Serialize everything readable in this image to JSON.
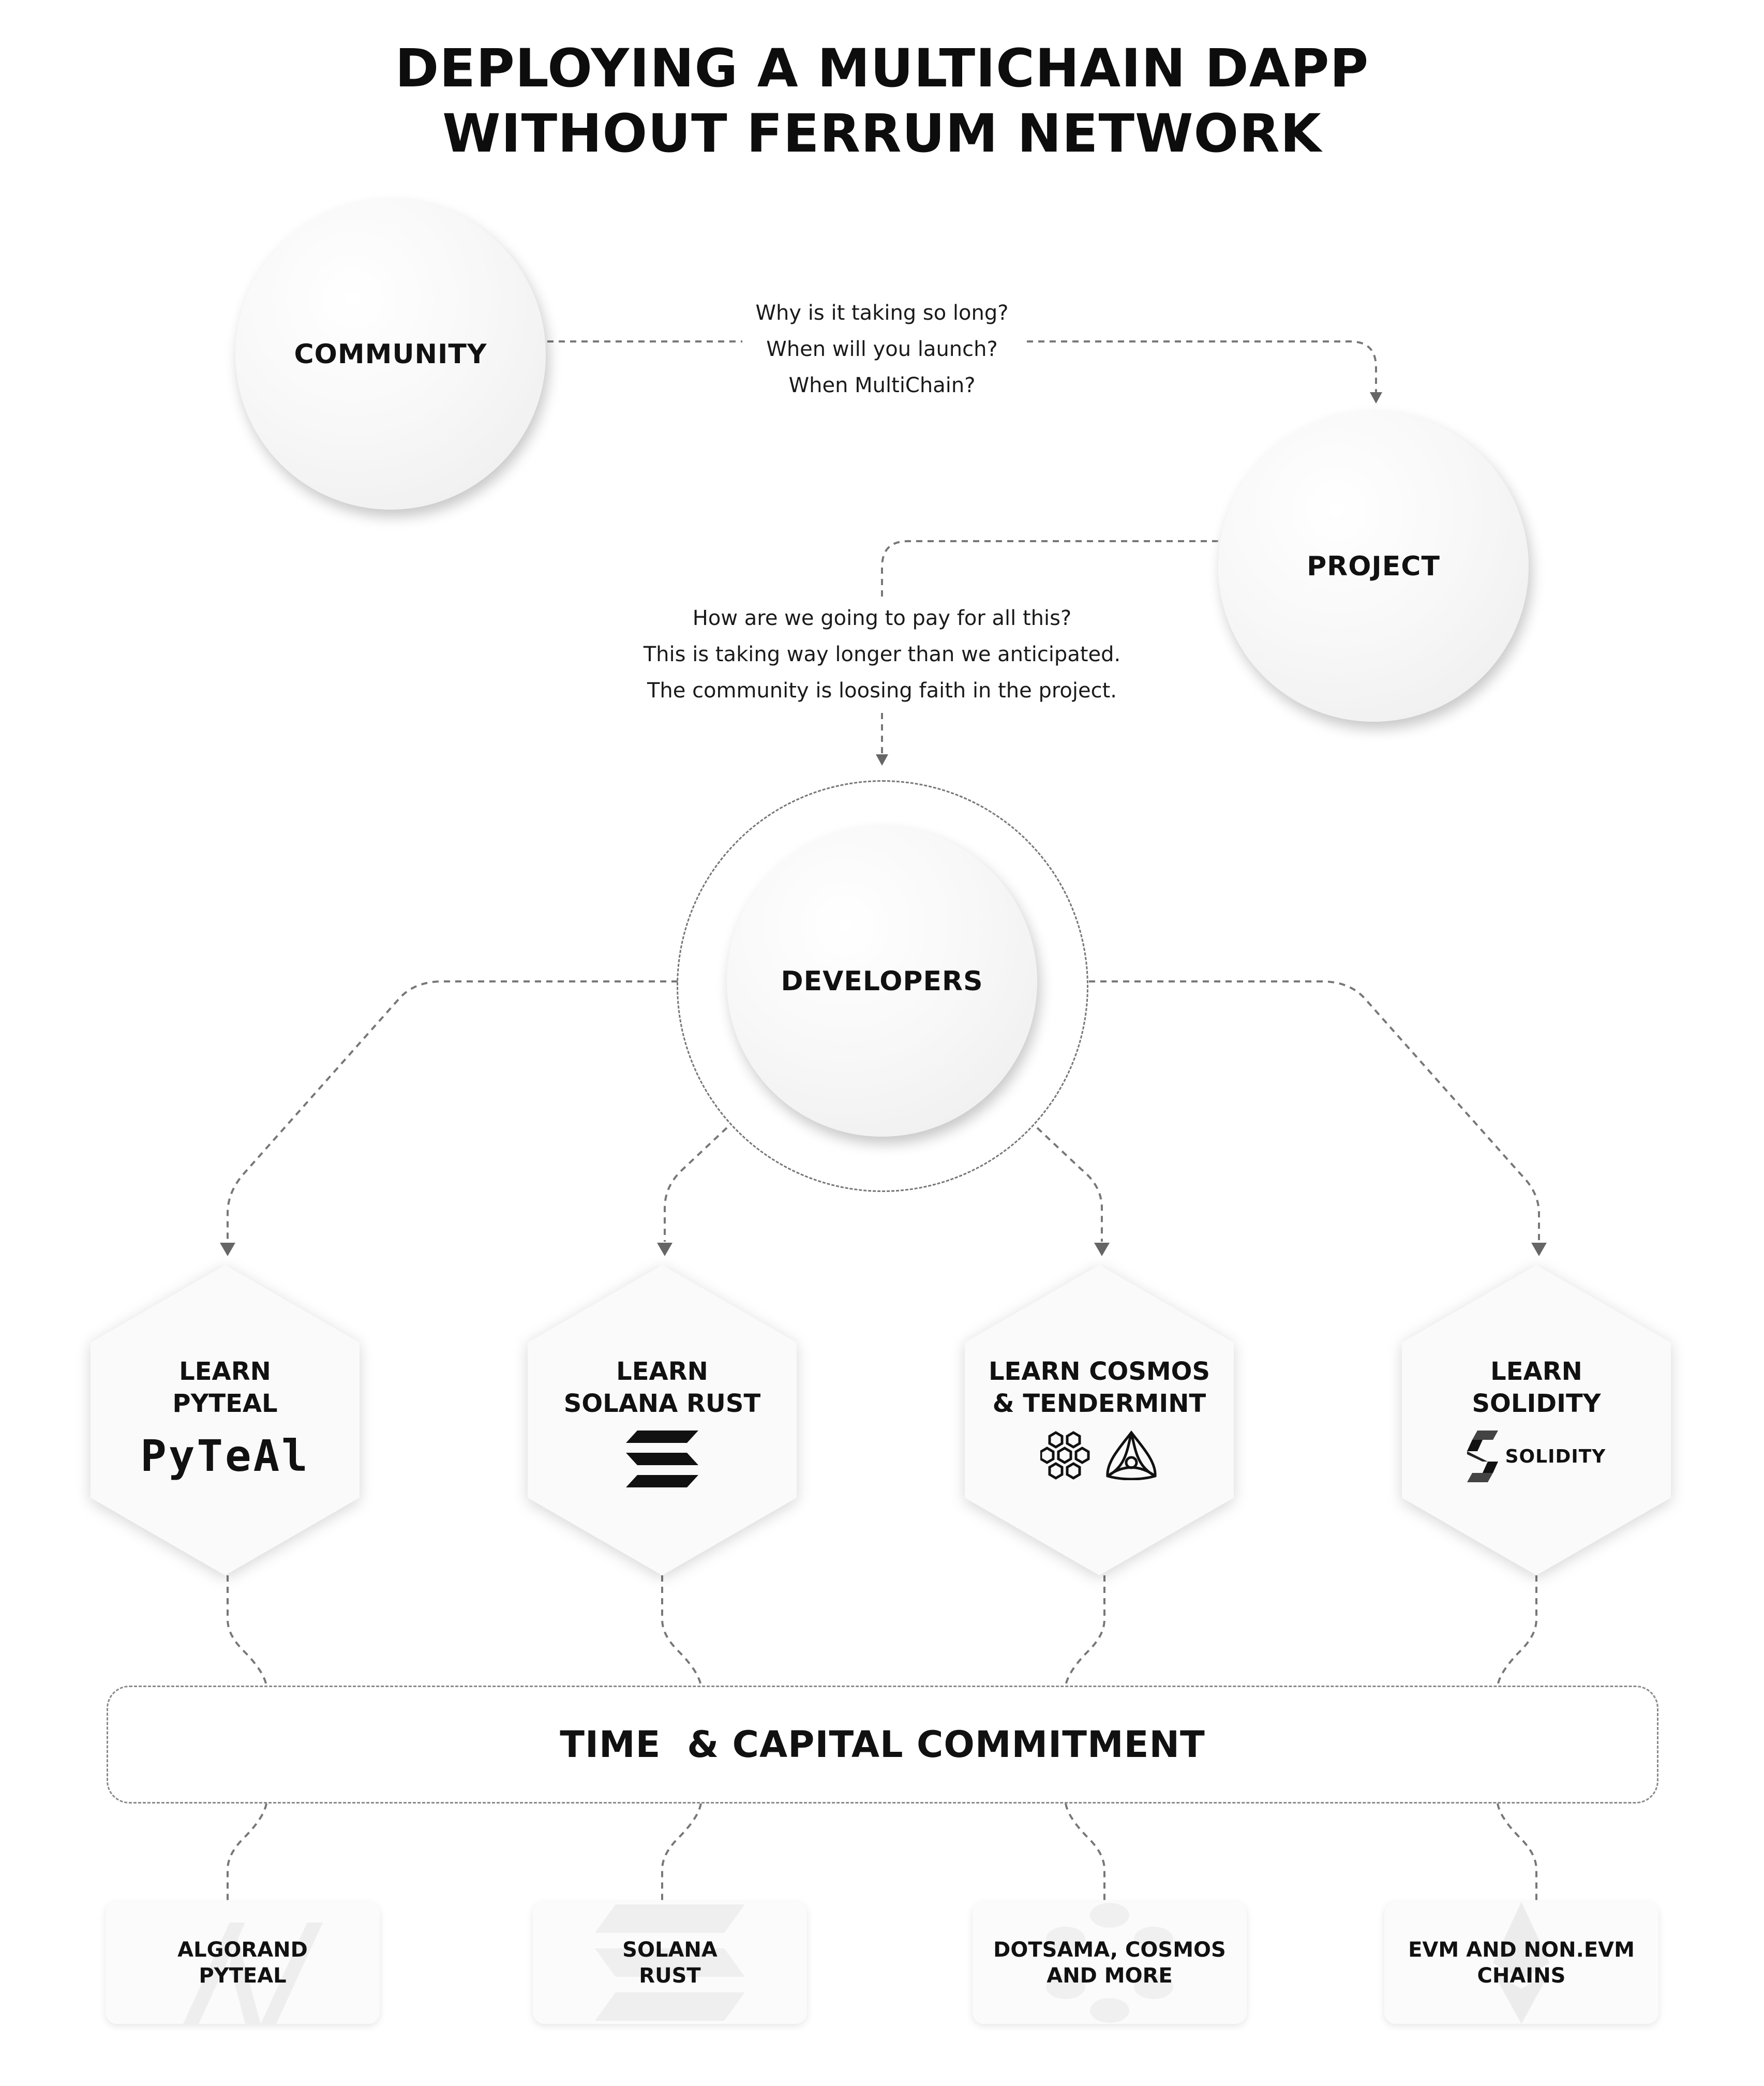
{
  "title": {
    "line1": "DEPLOYING A MULTICHAIN DAPP",
    "line2": "WITHOUT FERRUM NETWORK"
  },
  "nodes": {
    "community": "COMMUNITY",
    "project": "PROJECT",
    "developers": "DEVELOPERS"
  },
  "community_questions": [
    "Why is it taking so long?",
    "When will you launch?",
    "When MultiChain?"
  ],
  "project_concerns": [
    "How are we going to pay for all this?",
    "This is taking way longer than we anticipated.",
    "The community is loosing faith in the project."
  ],
  "learn": [
    {
      "line1": "LEARN",
      "line2": "PYTEAL",
      "logo_text": "PyTeAl",
      "icon": "pyteal-logo-icon"
    },
    {
      "line1": "LEARN",
      "line2": "SOLANA RUST",
      "logo_text": "",
      "icon": "solana-logo-icon"
    },
    {
      "line1": "LEARN COSMOS",
      "line2": "& TENDERMINT",
      "logo_text": "",
      "icon": "cosmos-tendermint-logo-icon"
    },
    {
      "line1": "LEARN",
      "line2": "SOLIDITY",
      "logo_text": "SOLIDITY",
      "icon": "solidity-logo-icon"
    }
  ],
  "commitment": "TIME  & CAPITAL COMMITMENT",
  "outcomes": [
    {
      "line1": "ALGORAND",
      "line2": "PYTEAL",
      "icon": "algorand-watermark-icon"
    },
    {
      "line1": "SOLANA",
      "line2": "RUST",
      "icon": "solana-watermark-icon"
    },
    {
      "line1": "DOTSAMA, COSMOS",
      "line2": "AND MORE",
      "icon": "polkadot-watermark-icon"
    },
    {
      "line1": "EVM AND NON.EVM",
      "line2": "CHAINS",
      "icon": "ethereum-watermark-icon"
    }
  ],
  "colors": {
    "text": "#111111",
    "connector": "#777777",
    "shape_fill": "#fafafa"
  }
}
